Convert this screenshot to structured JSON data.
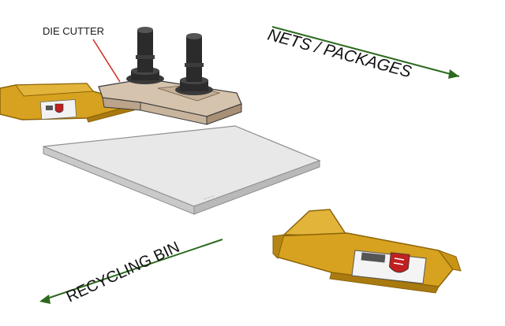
{
  "labels": {
    "die_cutter": "DIE CUTTER",
    "nets_packages": "NETS / PACKAGES",
    "recycling_bin": "RECYCLING BIN"
  },
  "colors": {
    "net_gold": "#d7a21f",
    "net_gold_dark": "#a97a0f",
    "net_gold_shadow": "#8a6309",
    "arrow_green": "#2d6a1f",
    "leader_red": "#d42a1d",
    "cutter_wood": "#c8b49c",
    "handle_dark": "#2b2b2b",
    "sheet_top": "#e8e8e8",
    "sheet_edge": "#b9b9b9",
    "crest_red": "#c02020"
  },
  "icons": {
    "crest": "shield-crest-icon",
    "label_card": "package-label"
  }
}
